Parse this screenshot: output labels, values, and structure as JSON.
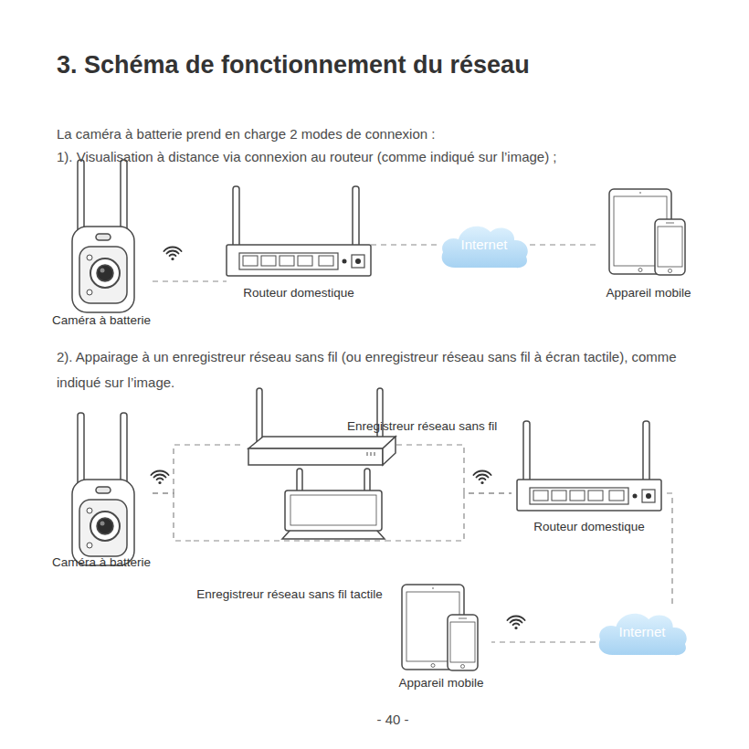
{
  "diagram": {
    "title": "3. Schéma de fonctionnement du réseau",
    "nodes": [
      {
        "text": [
          "Caméra à batterie"
        ]
      },
      {
        "text": [
          "Routeur domestique"
        ]
      },
      {
        "text": [
          "Internet"
        ]
      },
      {
        "text": [
          "Appareil mobile"
        ]
      },
      {
        "text": [
          "Caméra à batterie"
        ]
      },
      {
        "text": [
          "Enregistreur réseau sans fil"
        ]
      },
      {
        "text": [
          "Routeur domestique"
        ]
      },
      {
        "text": [
          "Enregistreur réseau sans fil tactile"
        ]
      },
      {
        "text": [
          "Appareil mobile"
        ]
      },
      {
        "text": [
          "Internet"
        ]
      }
    ],
    "edges": [
      {
        "from": 0,
        "to": 1,
        "arrow": "none"
      },
      {
        "from": 1,
        "to": 2,
        "arrow": "none"
      },
      {
        "from": 2,
        "to": 3,
        "arrow": "none"
      },
      {
        "from": 4,
        "to": 5,
        "arrow": "none"
      },
      {
        "from": 4,
        "to": 7,
        "arrow": "none"
      },
      {
        "from": 5,
        "to": 6,
        "arrow": "none"
      },
      {
        "from": 7,
        "to": 6,
        "arrow": "none"
      },
      {
        "from": 6,
        "to": 9,
        "arrow": "none"
      },
      {
        "from": 9,
        "to": 8,
        "arrow": "none"
      }
    ],
    "labels": [
      "La caméra à batterie prend en charge 2 modes de connexion :",
      "1). Visualisation à distance via connexion au routeur (comme indiqué sur l’image) ;",
      "2). Appairage à un enregistreur réseau sans fil (ou enregistreur réseau sans fil à écran tactile), comme indiqué sur l’image.",
      "- 40 -"
    ]
  }
}
